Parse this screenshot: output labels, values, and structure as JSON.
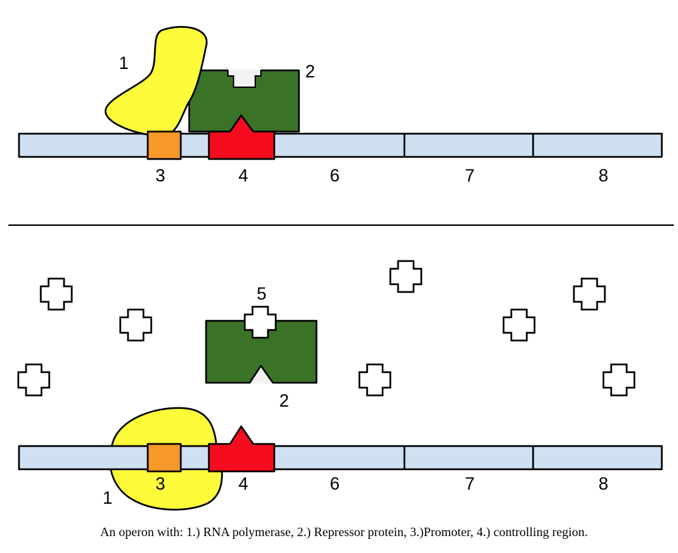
{
  "colors": {
    "dna": "#cfe0f1",
    "promoter": "#f7982a",
    "controlling_region": "#f50c1e",
    "repressor": "#3a7327",
    "polymerase": "#fefc3a",
    "inducer": "#ffffff"
  },
  "top_panel": {
    "labels": {
      "polymerase": "1",
      "repressor": "2",
      "promoter": "3",
      "controlling": "4",
      "gene6": "6",
      "gene7": "7",
      "gene8": "8"
    }
  },
  "bottom_panel": {
    "labels": {
      "polymerase": "1",
      "repressor": "2",
      "promoter": "3",
      "controlling": "4",
      "inducer": "5",
      "gene6": "6",
      "gene7": "7",
      "gene8": "8"
    }
  },
  "caption": "An operon with: 1.) RNA polymerase, 2.) Repressor protein, 3.)Promoter, 4.) controlling region."
}
